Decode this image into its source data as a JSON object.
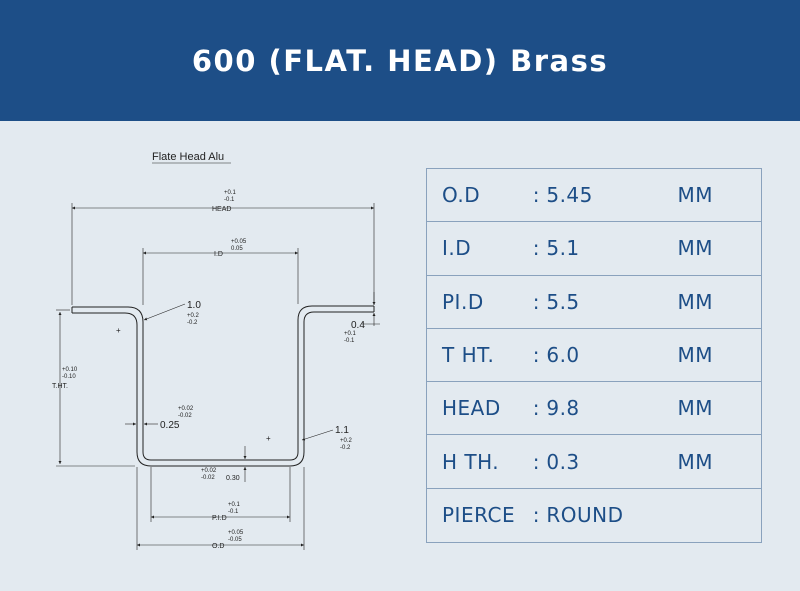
{
  "header": {
    "title": "600 (FLAT. HEAD) Brass"
  },
  "drawing": {
    "caption": "Flate Head Alu",
    "head_tol_plus": "+0.1",
    "head_tol_minus": "-0.1",
    "head_label": "HEAD",
    "id_tol_plus": "+0.05",
    "id_tol_minus": "0.05",
    "id_label": "I.D",
    "r1_label": "1.0",
    "r1_tol_plus": "+0.2",
    "r1_tol_minus": "-0.2",
    "t04_label": "0.4",
    "t04_tol_plus": "+0.1",
    "t04_tol_minus": "-0.1",
    "tht_tol_plus": "+0.10",
    "tht_tol_minus": "-0.10",
    "tht_label": "T.HT.",
    "wall_tol_plus": "+0.02",
    "wall_tol_minus": "-0.02",
    "wall_label": "0.25",
    "r2_label": "1.1",
    "r2_tol_plus": "+0.2",
    "r2_tol_minus": "-0.2",
    "bottom_tol_plus": "+0.02",
    "bottom_tol_minus": "-0.02",
    "bottom_label": "0.30",
    "pid_tol_plus": "+0.1",
    "pid_tol_minus": "-0.1",
    "pid_label": "P.I.D",
    "od_tol_plus": "+0.05",
    "od_tol_minus": "-0.05",
    "od_label": "O.D"
  },
  "specs": [
    {
      "label": "O.D",
      "colon": ":",
      "value": "5.45",
      "unit": "MM"
    },
    {
      "label": "I.D",
      "colon": ":",
      "value": "5.1",
      "unit": "MM"
    },
    {
      "label": "PI.D",
      "colon": ":",
      "value": "5.5",
      "unit": "MM"
    },
    {
      "label": "T HT.",
      "colon": ":",
      "value": "6.0",
      "unit": "MM"
    },
    {
      "label": "HEAD",
      "colon": ":",
      "value": "9.8",
      "unit": "MM"
    },
    {
      "label": "H TH.",
      "colon": ":",
      "value": "0.3",
      "unit": "MM"
    },
    {
      "label": "PIERCE",
      "colon": ":",
      "value": "ROUND",
      "unit": ""
    }
  ],
  "colors": {
    "header_bg": "#1d4e87",
    "page_bg": "#e3eaf0",
    "table_text": "#1d4e87",
    "table_border": "#8aa2bd"
  }
}
